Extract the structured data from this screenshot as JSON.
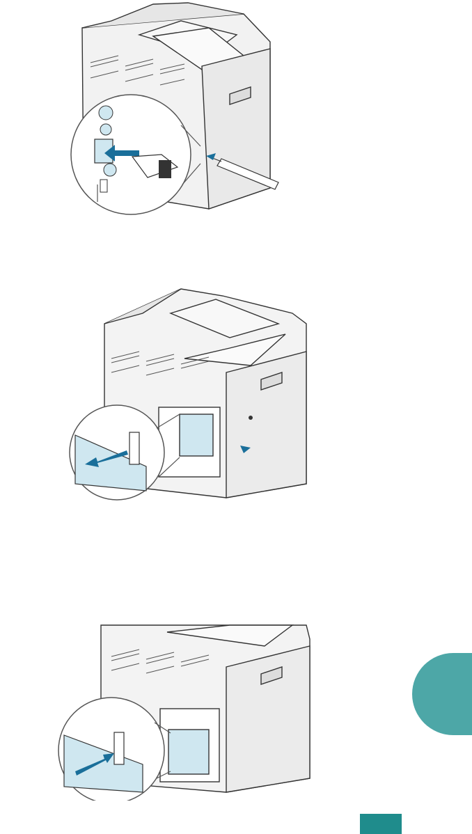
{
  "page": {
    "background": "#ffffff",
    "accent_color": "#4da7a7",
    "highlight_color": "#cfe7f0",
    "arrow_color": "#1a6f9a"
  },
  "figures": [
    {
      "id": "figure-remove-screw",
      "icon": "printer-with-screwdriver-callout"
    },
    {
      "id": "figure-remove-cover",
      "icon": "printer-with-slot-cover-callout"
    },
    {
      "id": "figure-insert-card",
      "icon": "printer-with-card-insert-callout"
    }
  ],
  "chapter_tab": {
    "color": "#4da7a7"
  },
  "page_number_box": {
    "color": "#1f8c8c"
  }
}
